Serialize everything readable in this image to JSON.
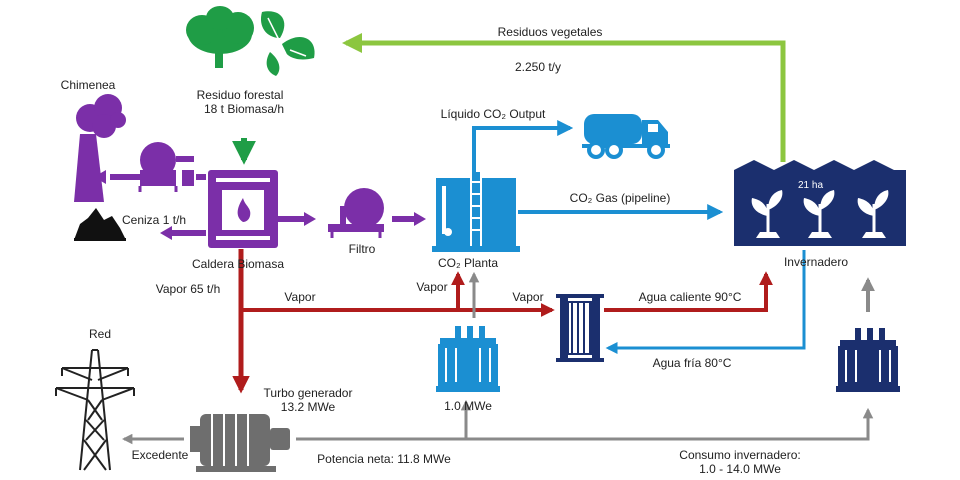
{
  "nodes": {
    "forest": {
      "label": "Residuo forestal",
      "value": "18 t Biomasa/h"
    },
    "chimney": {
      "label": "Chimenea"
    },
    "ash": {
      "label": "Ceniza 1 t/h"
    },
    "boiler": {
      "label": "Caldera Biomasa"
    },
    "filter": {
      "label": "Filtro"
    },
    "co2_plant": {
      "label": "CO₂ Planta"
    },
    "truck": {
      "label": "Líquido CO₂ Output"
    },
    "greenhouse": {
      "label": "Invernadero",
      "area": "21 ha"
    },
    "turbine": {
      "label": "Turbo generador",
      "value": "13.2 MWe"
    },
    "grid": {
      "label": "Red"
    },
    "transformer_plant": {
      "value": "1.0 MWe"
    }
  },
  "flows": {
    "veg_residue": {
      "label": "Residuos vegetales",
      "value": "2.250 t/y"
    },
    "co2_gas": {
      "label": "CO₂ Gas (pipeline)"
    },
    "steam_out": {
      "label": "Vapor 65 t/h"
    },
    "steam_branch": {
      "label": "Vapor"
    },
    "steam_to_co2": {
      "label": "Vapor"
    },
    "steam_to_hx": {
      "label": "Vapor"
    },
    "hot_water": {
      "label": "Agua caliente 90°C"
    },
    "cold_water": {
      "label": "Agua fría 80°C"
    },
    "surplus": {
      "label": "Excedente"
    },
    "net_power": {
      "label": "Potencia neta: 11.8 MWe"
    },
    "gh_consumption": {
      "label": "Consumo invernadero:",
      "value": "1.0 - 14.0 MWe"
    }
  },
  "colors": {
    "green_light": "#8cc63f",
    "green_dark": "#1f9d46",
    "purple": "#7b2fa8",
    "blue": "#1b8fd2",
    "navy": "#1b2f6e",
    "red": "#b01c1c",
    "grey": "#8a8a8a",
    "black": "#222222"
  }
}
